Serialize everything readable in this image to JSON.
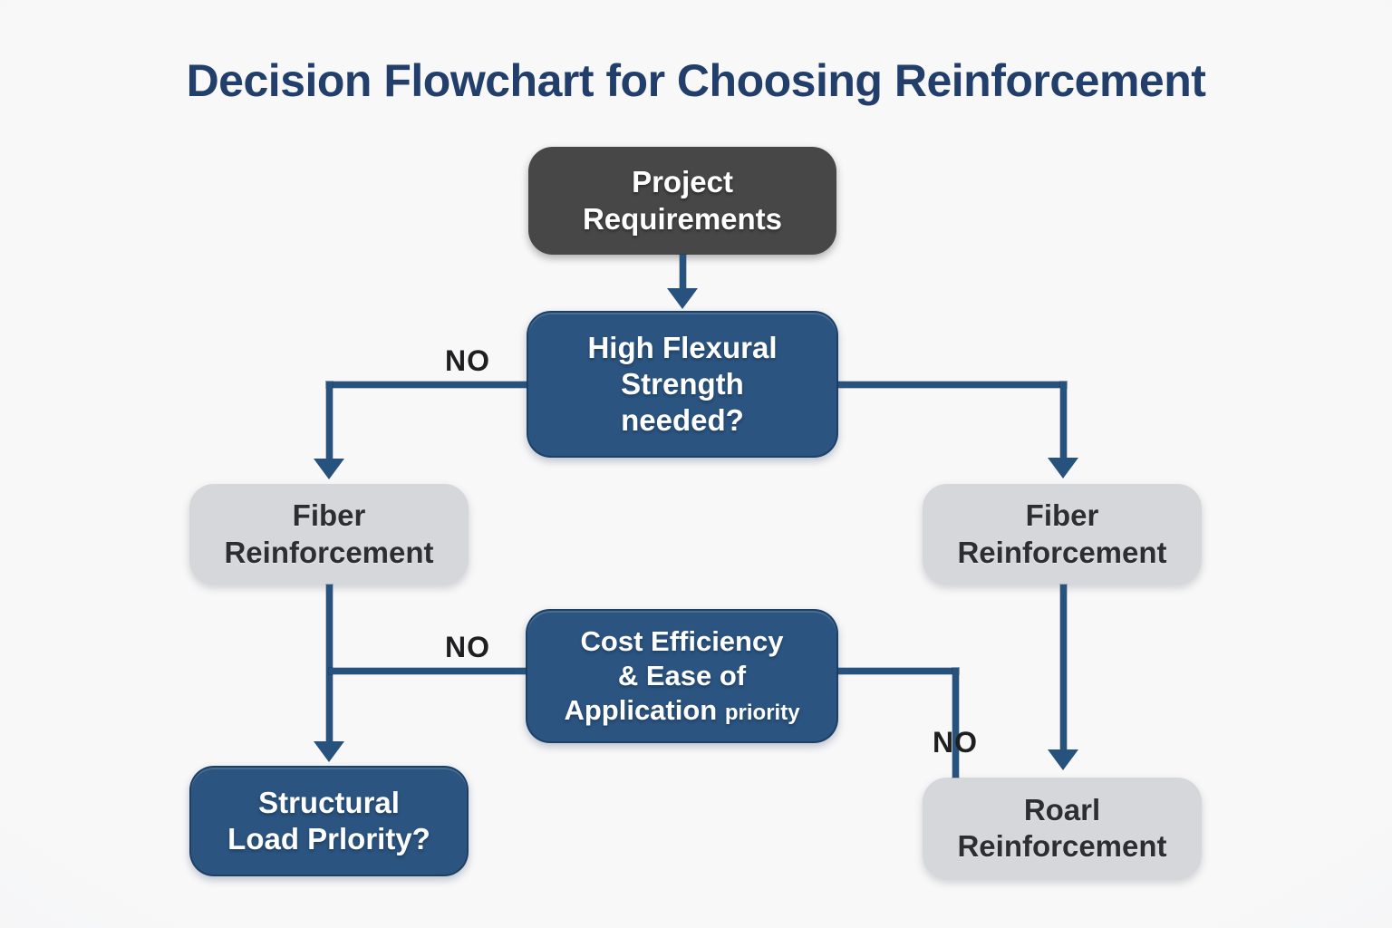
{
  "title": "Decision Flowchart for Choosing Reinforcement",
  "colors": {
    "accent_blue": "#2b5480",
    "node_dark": "#474747",
    "node_gray": "#d5d7da",
    "line": "#27527e",
    "title": "#223e6b",
    "label": "#1f1f21"
  },
  "nodes": {
    "project_requirements": {
      "lines": [
        "Project",
        "Requirements"
      ]
    },
    "high_flexural": {
      "lines": [
        "High Flexural",
        "Strength",
        "needed?"
      ]
    },
    "fiber_left": {
      "lines": [
        "Fiber",
        "Reinforcement"
      ]
    },
    "fiber_right": {
      "lines": [
        "Fiber",
        "Reinforcement"
      ]
    },
    "cost_efficiency": {
      "lines": [
        "Cost Efficiency",
        "& Ease of",
        "Application"
      ],
      "suffix": "priority"
    },
    "structural_load": {
      "lines": [
        "Structural",
        "Load Prlority?"
      ]
    },
    "roarl": {
      "lines": [
        "Roarl",
        "Reinforcement"
      ]
    }
  },
  "edge_labels": {
    "no_flexural": "NO",
    "no_cost_left": "NO",
    "no_cost_right": "NO"
  }
}
